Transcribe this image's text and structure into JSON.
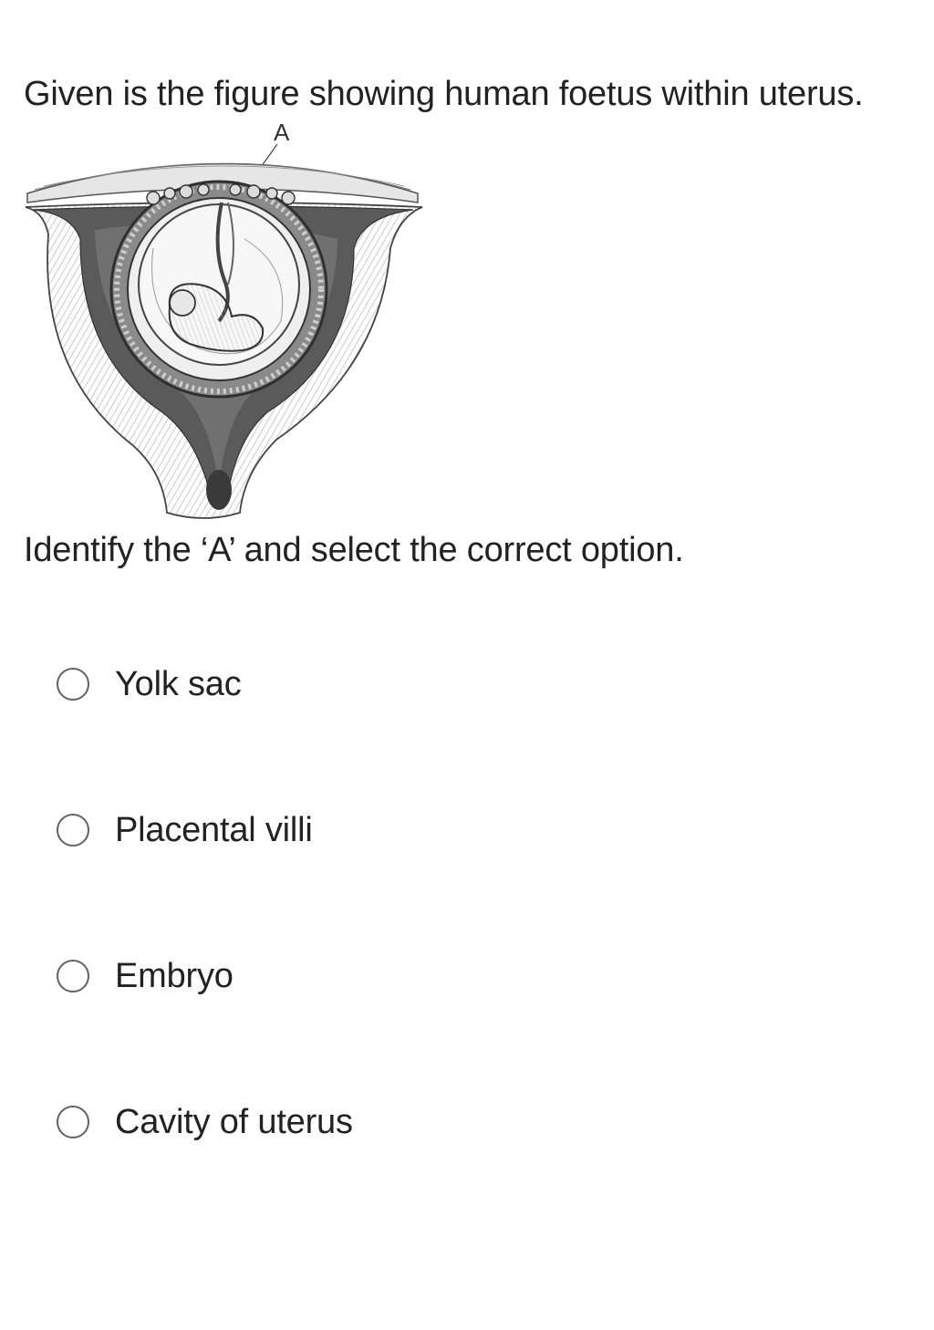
{
  "question": {
    "text": "Given is the figure showing human foetus within uterus.",
    "figure_label": "A"
  },
  "instruction": "Identify the ‘A’ and select the correct option.",
  "options": [
    {
      "label": "Yolk sac"
    },
    {
      "label": "Placental villi"
    },
    {
      "label": "Embryo"
    },
    {
      "label": "Cavity of uterus"
    }
  ]
}
